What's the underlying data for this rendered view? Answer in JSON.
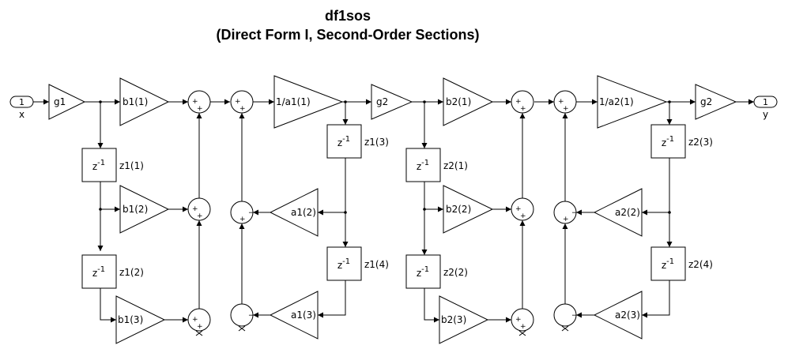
{
  "title": "df1sos",
  "subtitle": "(Direct Form I, Second-Order Sections)",
  "ports": {
    "input": {
      "number": "1",
      "name": "x"
    },
    "output": {
      "number": "1",
      "name": "y"
    }
  },
  "gains": {
    "g1": "g1",
    "b1_1": "b1(1)",
    "b1_2": "b1(2)",
    "b1_3": "b1(3)",
    "inv_a1_1": "1/a1(1)",
    "a1_2": "a1(2)",
    "a1_3": "a1(3)",
    "g2a": "g2",
    "b2_1": "b2(1)",
    "b2_2": "b2(2)",
    "b2_3": "b2(3)",
    "inv_a2_1": "1/a2(1)",
    "a2_2": "a2(2)",
    "a2_3": "a2(3)",
    "g2b": "g2"
  },
  "delays": {
    "symbol_base": "z",
    "symbol_exp": "-1",
    "z1_1": "z1(1)",
    "z1_2": "z1(2)",
    "z1_3": "z1(3)",
    "z1_4": "z1(4)",
    "z2_1": "z2(1)",
    "z2_2": "z2(2)",
    "z2_3": "z2(3)",
    "z2_4": "z2(4)"
  },
  "signs": {
    "plus": "+",
    "minus": "−"
  }
}
